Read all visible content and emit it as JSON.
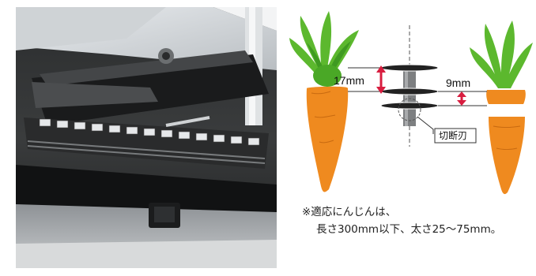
{
  "diagram": {
    "dim_upper": "17mm",
    "dim_lower": "9mm",
    "blade_label": "切断刃"
  },
  "note": {
    "line1": "※適応にんじんは、",
    "line2": "長さ300mm以下、太さ25～75mm。"
  },
  "colors": {
    "arrow": "#d81d3f",
    "carrot": "#ef8a1f",
    "leaf": "#5cb82e"
  }
}
